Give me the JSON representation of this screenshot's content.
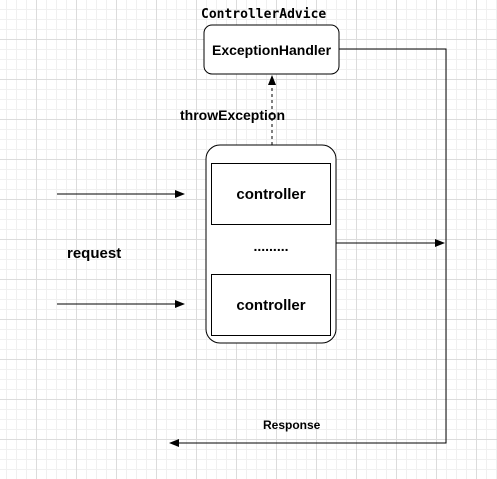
{
  "diagram": {
    "advice_label": "ControllerAdvice",
    "handler_label": "ExceptionHandler",
    "throw_label": "throwException",
    "controller_top_label": "controller",
    "ellipsis": ".........",
    "controller_bottom_label": "controller",
    "request_label": "request",
    "response_label": "Response"
  },
  "colors": {
    "stroke": "#000000",
    "grid": "#dcdcdc",
    "background": "#ffffff"
  }
}
